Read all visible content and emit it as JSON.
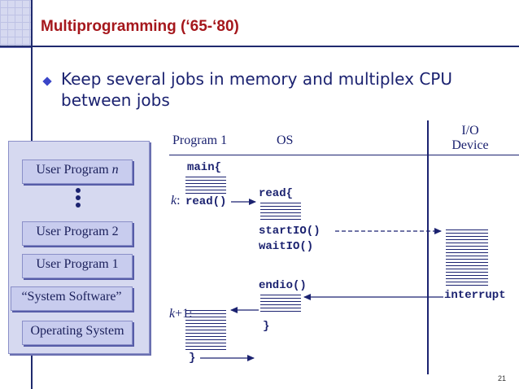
{
  "slide": {
    "title": "Multiprogramming (‘65-‘80)",
    "bullet": "Keep several jobs in memory and multiplex CPU between jobs",
    "page_number": "21"
  },
  "stack": {
    "boxes": [
      {
        "label": "User Program",
        "suffix": "n"
      },
      {
        "label": "User Program 2"
      },
      {
        "label": "User Program 1"
      },
      {
        "label": "“System Software”"
      },
      {
        "label": "Operating System"
      }
    ]
  },
  "timeline": {
    "headers": {
      "program": "Program 1",
      "os": "OS",
      "io_line1": "I/O",
      "io_line2": "Device"
    },
    "program": {
      "main": "main{",
      "k_label": "k",
      "k_colon": ":",
      "read_call": "read()",
      "k1_label": "k",
      "k1_suffix": "+1:",
      "close": "}"
    },
    "os": {
      "read": "read{",
      "start_io": "startIO()",
      "wait_io": "waitIO()",
      "endio": "endio()",
      "close": "}"
    },
    "io": {
      "interrupt": "interrupt"
    }
  },
  "colors": {
    "title": "#a5171c",
    "text": "#1b2270",
    "panel": "#d6d9f0",
    "box": "#c8ccee"
  }
}
